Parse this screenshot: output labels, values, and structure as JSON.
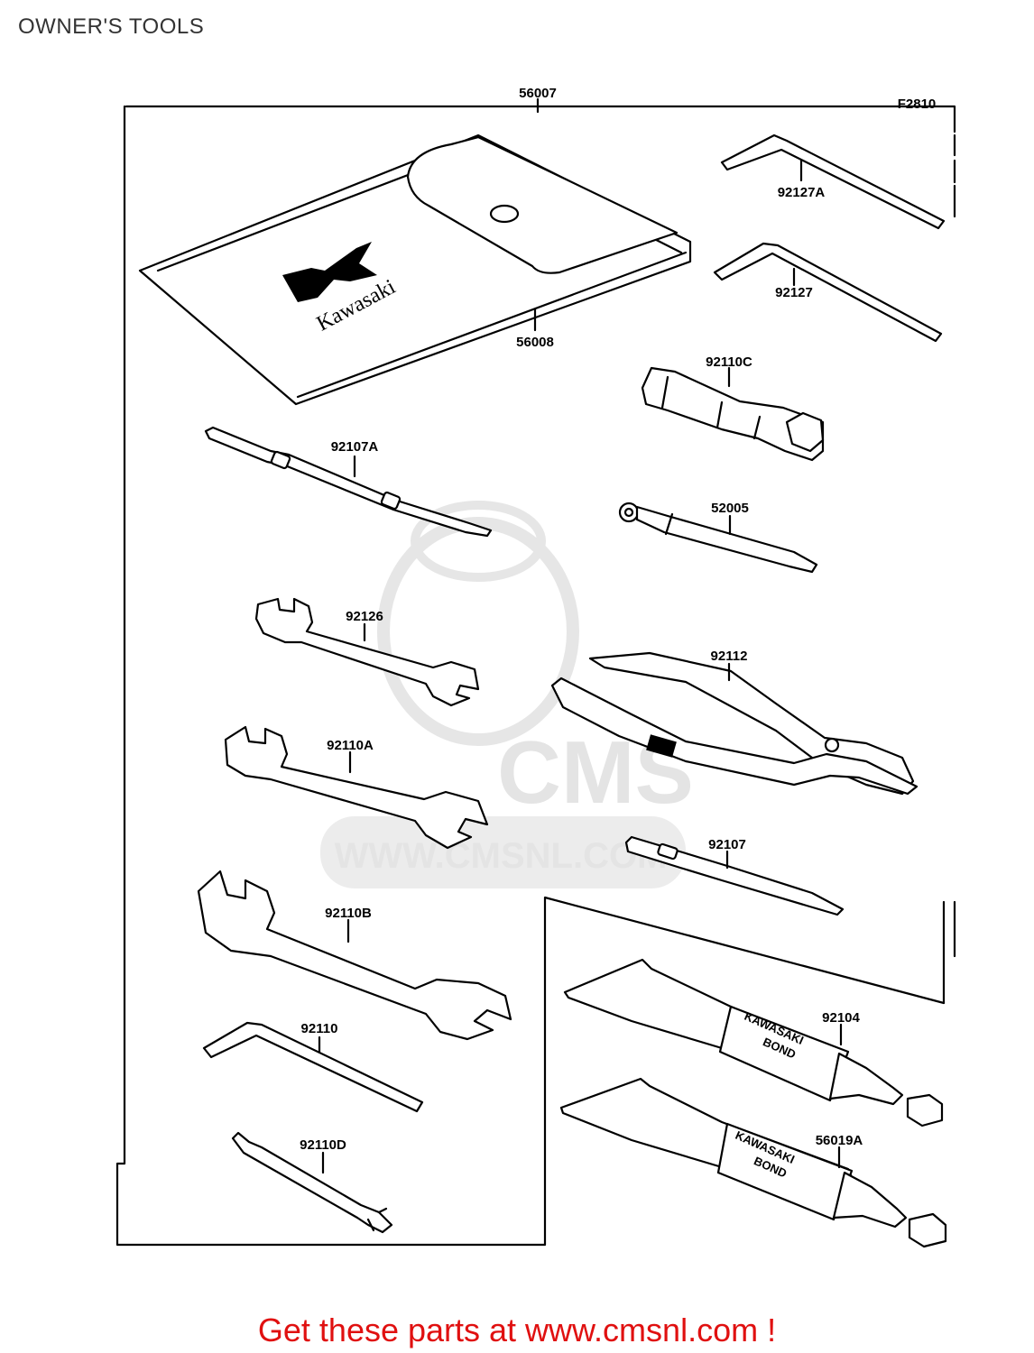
{
  "page": {
    "title": "OWNER'S TOOLS"
  },
  "diagram": {
    "figure_code": "F2810",
    "watermark": {
      "brand": "CMS",
      "url": "WWW.CMSNL.COM"
    },
    "pouch_logo_text": "Kawasaki",
    "tube_label_line1": "KAWASAKI",
    "tube_label_line2": "BOND",
    "parts": [
      {
        "part_number": "56007",
        "description": "tool kit assembly"
      },
      {
        "part_number": "56008",
        "description": "tool pouch"
      },
      {
        "part_number": "92127A",
        "description": "hex wrench"
      },
      {
        "part_number": "92127",
        "description": "hex wrench"
      },
      {
        "part_number": "92110C",
        "description": "spark plug wrench"
      },
      {
        "part_number": "92107A",
        "description": "screwdriver"
      },
      {
        "part_number": "52005",
        "description": "screwdriver grip"
      },
      {
        "part_number": "92126",
        "description": "open end wrench"
      },
      {
        "part_number": "92112",
        "description": "pliers"
      },
      {
        "part_number": "92110A",
        "description": "open end wrench"
      },
      {
        "part_number": "92107",
        "description": "screwdriver"
      },
      {
        "part_number": "92110B",
        "description": "open end wrench"
      },
      {
        "part_number": "92104",
        "description": "bond tube"
      },
      {
        "part_number": "92110",
        "description": "hex wrench"
      },
      {
        "part_number": "56019A",
        "description": "bond tube"
      },
      {
        "part_number": "92110D",
        "description": "tool"
      }
    ]
  },
  "footer": {
    "text": "Get these parts at www.cmsnl.com !"
  }
}
